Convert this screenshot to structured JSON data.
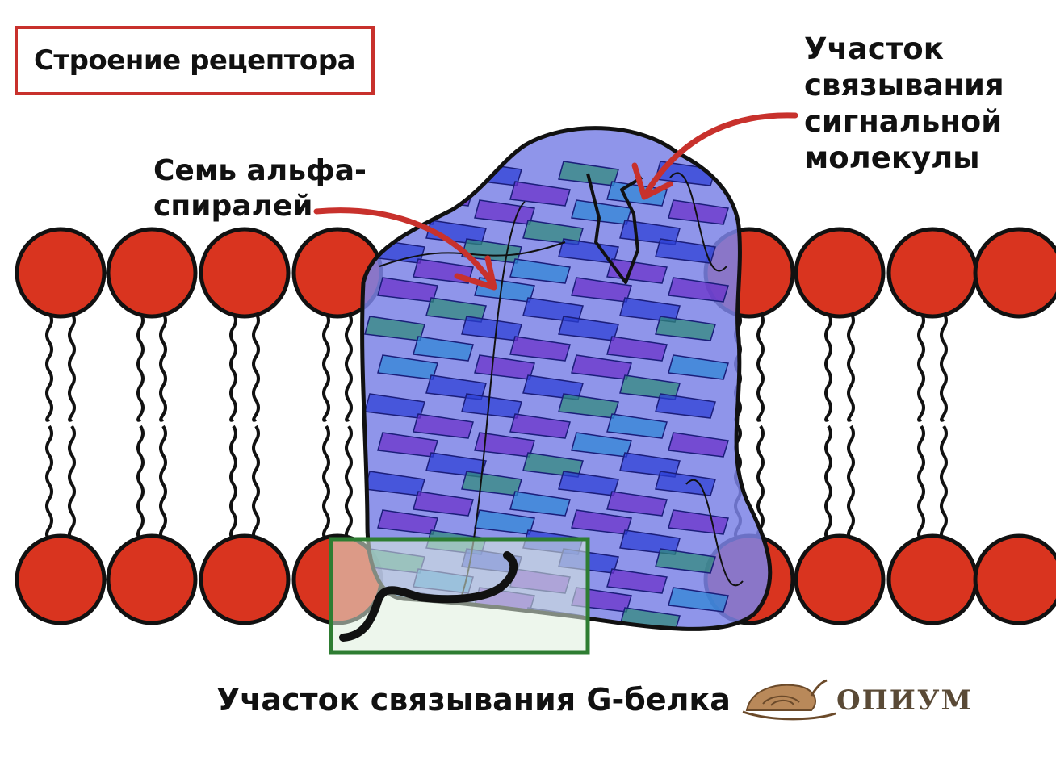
{
  "title": "Строение рецептора",
  "labels": {
    "binding_site": [
      "Участок",
      "связывания",
      "сигнальной",
      "молекулы"
    ],
    "seven_helices": [
      "Семь альфа-",
      "спиралей"
    ],
    "g_protein_site": "Участок связывания G-белка"
  },
  "logo_text": "ОПИУМ",
  "colors": {
    "phospholipid_head": "#d9341f",
    "receptor_fill": "#7b83e6",
    "arrow": "#c8312c",
    "g_protein_box": "#2e7d32",
    "title_border": "#c8312c",
    "helix_blue": "#2b3fd6",
    "helix_violet": "#6a2fc9",
    "helix_teal": "#2f8a7a",
    "helix_sky": "#2e86d6"
  },
  "icons": [
    "arrow-to-binding-site",
    "arrow-to-helices",
    "logo-snail-icon"
  ]
}
